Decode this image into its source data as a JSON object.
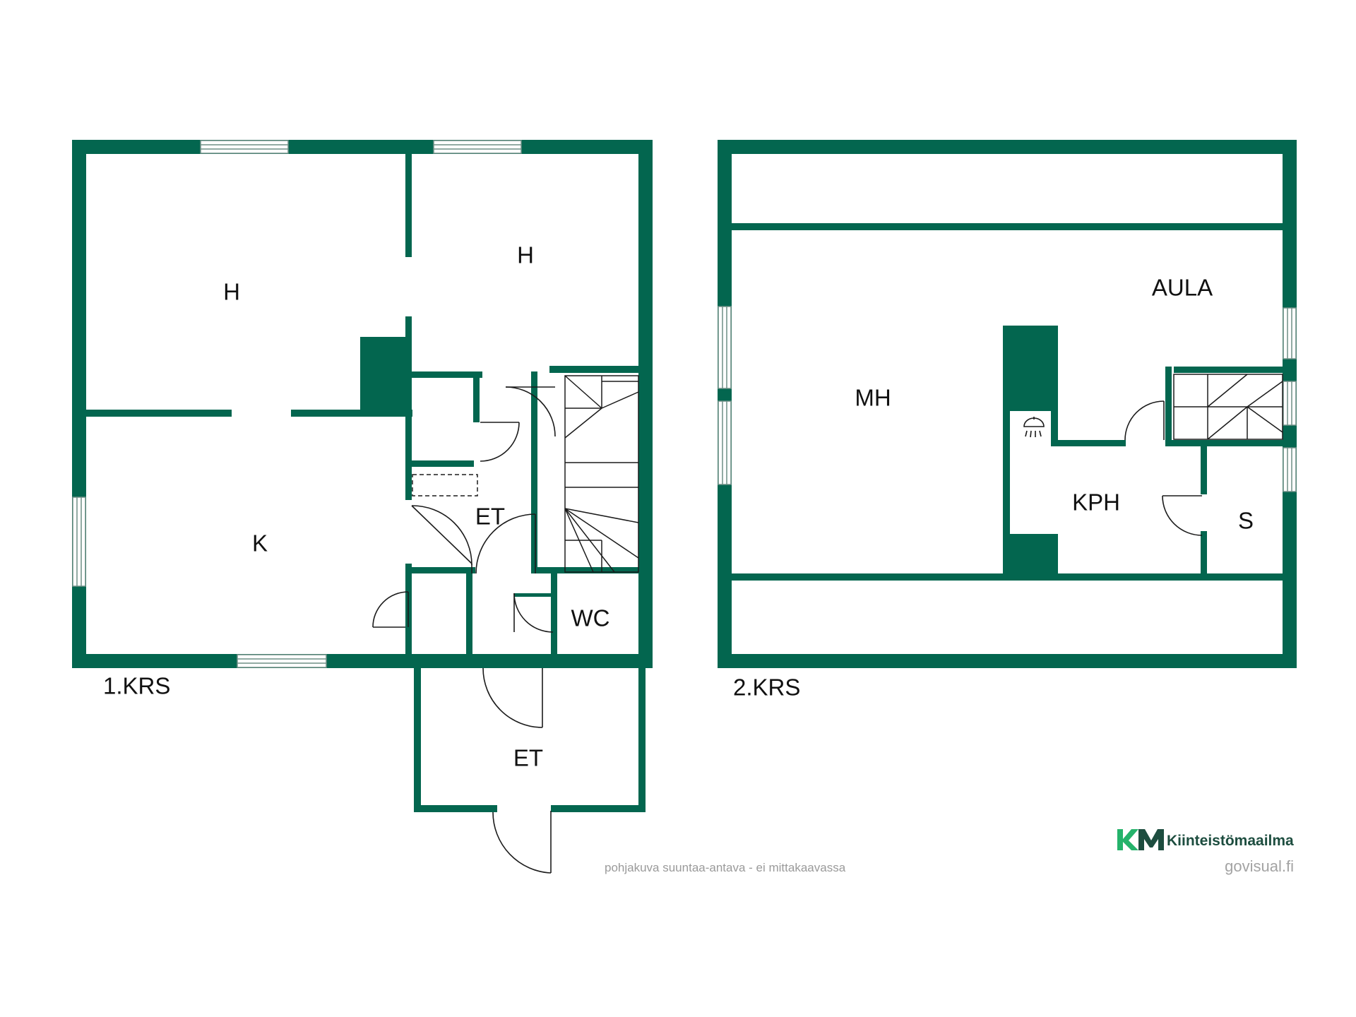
{
  "floors": [
    {
      "label": "1.KRS",
      "rooms": [
        "H",
        "H",
        "K",
        "ET",
        "WC",
        "ET"
      ]
    },
    {
      "label": "2.KRS",
      "rooms": [
        "AULA",
        "MH",
        "KPH",
        "S"
      ]
    }
  ],
  "footer": {
    "note": "pohjakuva suuntaa-antava - ei mittakaavassa",
    "brand": "Kiinteistömaailma",
    "brand_logo_letters": "KM",
    "site": "govisual.fi"
  },
  "colors": {
    "wall": "#03664f",
    "brand_accent": "#25b36b"
  },
  "icons": [
    "shower-icon",
    "stair-icon",
    "window-icon",
    "door-swing-icon",
    "km-logo-icon"
  ]
}
